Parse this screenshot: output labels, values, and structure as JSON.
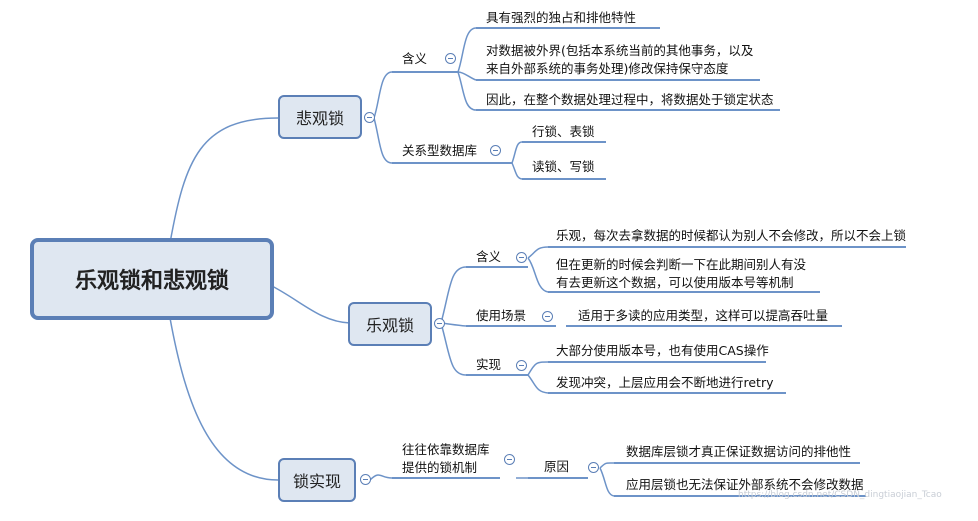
{
  "root": {
    "label": "乐观锁和悲观锁"
  },
  "pessimistic": {
    "label": "悲观锁",
    "meaning": {
      "label": "含义",
      "items": [
        "具有强烈的独占和排他特性",
        "对数据被外界(包括本系统当前的其他事务，以及\n来自外部系统的事务处理)修改保持保守态度",
        "因此，在整个数据处理过程中，将数据处于锁定状态"
      ]
    },
    "relational_db": {
      "label": "关系型数据库",
      "items": [
        "行锁、表锁",
        "读锁、写锁"
      ]
    }
  },
  "optimistic": {
    "label": "乐观锁",
    "meaning": {
      "label": "含义",
      "items": [
        "乐观，每次去拿数据的时候都认为别人不会修改，所以不会上锁",
        "但在更新的时候会判断一下在此期间别人有没\n有去更新这个数据，可以使用版本号等机制"
      ]
    },
    "scenario": {
      "label": "使用场景",
      "items": [
        "适用于多读的应用类型，这样可以提高吞吐量"
      ]
    },
    "implementation": {
      "label": "实现",
      "items": [
        "大部分使用版本号，也有使用CAS操作",
        "发现冲突，上层应用会不断地进行retry"
      ]
    }
  },
  "lock_impl": {
    "label": "锁实现",
    "depends": {
      "label": "往往依靠数据库\n提供的锁机制"
    },
    "reason": {
      "label": "原因",
      "items": [
        "数据库层锁才真正保证数据访问的排他性",
        "应用层锁也无法保证外部系统不会修改数据"
      ]
    }
  },
  "watermark": "https://blog.csdn.net/CSDN_dingtiaojian_Tcao"
}
